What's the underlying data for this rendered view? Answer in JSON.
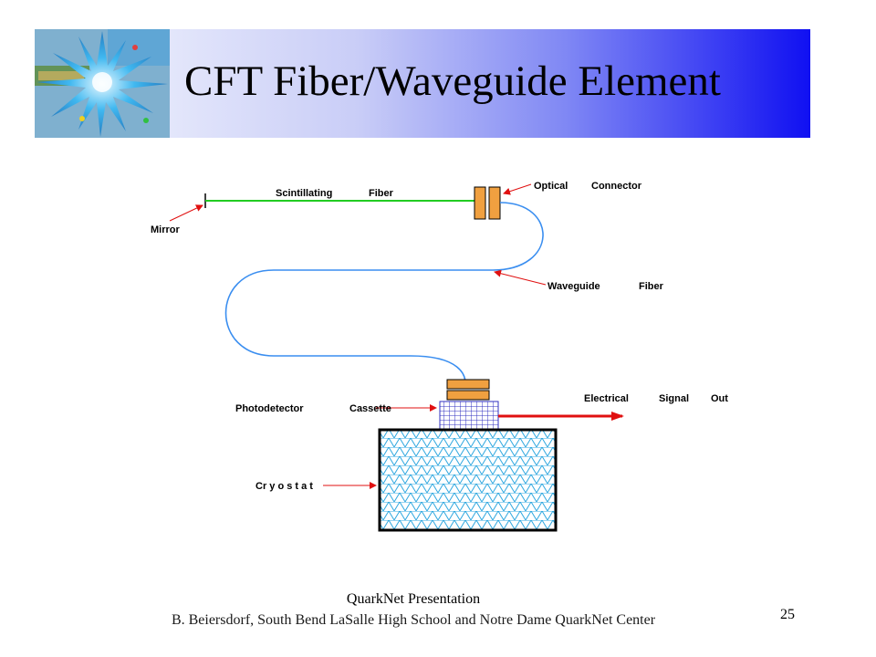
{
  "slide": {
    "title": "CFT Fiber/Waveguide Element",
    "page_number": "25",
    "banner_colors": [
      "#e4e7fb",
      "#1010f2"
    ]
  },
  "diagram": {
    "labels": {
      "scintillating": "Scintillating",
      "fiber_top": "Fiber",
      "optical": "Optical",
      "connector": "Connector",
      "mirror": "Mirror",
      "waveguide": "Waveguide",
      "fiber_mid": "Fiber",
      "photodetector": "Photodetector",
      "cassette": "Cassette",
      "electrical": "Electrical",
      "signal": "Signal",
      "out": "Out",
      "cryostat": "Cr y o s t a t"
    },
    "colors": {
      "scintillating_fiber": "#22cc22",
      "waveguide_fiber": "#3a8ef0",
      "connector": "#f0a040",
      "cassette_grid": "#3030c0",
      "cryostat_fill": "#30a8e0",
      "arrow": "#e01010"
    }
  },
  "footer": {
    "line1": "QuarkNet Presentation",
    "line2": "B. Beiersdorf,  South Bend LaSalle High School  and  Notre Dame QuarkNet Center"
  }
}
